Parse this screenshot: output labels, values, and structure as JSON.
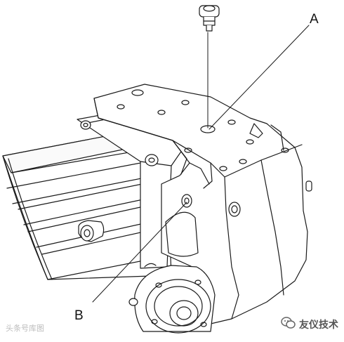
{
  "diagram": {
    "labels": {
      "a": "A",
      "b": "B"
    },
    "watermark_left": "头条号库图",
    "watermark_right": "友仪技术",
    "watermark_icon": "wechat-icon",
    "colors": {
      "line": "#1a1a1a",
      "fill": "#ffffff",
      "shade": "#f2f2f2"
    }
  }
}
